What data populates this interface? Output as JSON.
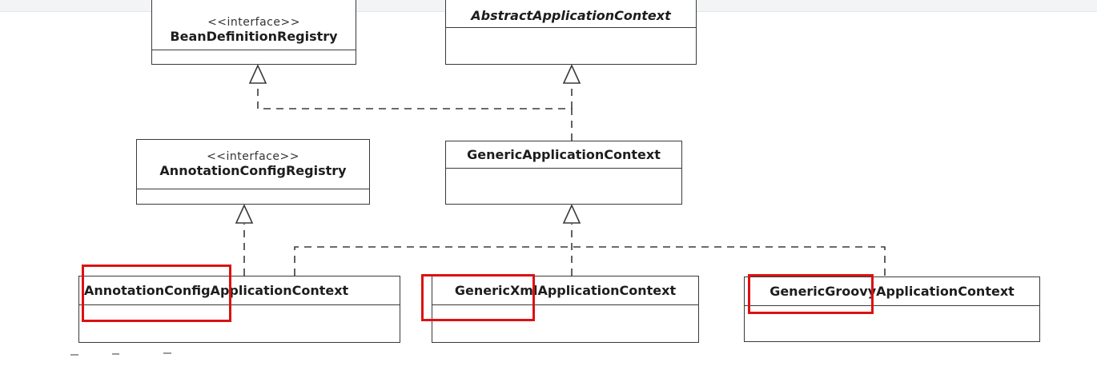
{
  "diagram": {
    "stereotype": "<<interface>>",
    "stereotype_top": "<<interface>>",
    "classes": {
      "bean_definition_registry": "BeanDefinitionRegistry",
      "abstract_application_context": "AbstractApplicationContext",
      "annotation_config_registry": "AnnotationConfigRegistry",
      "generic_application_context": "GenericApplicationContext",
      "annotation_config_application_context": "AnnotationConfigApplicationContext",
      "generic_xml_application_context": "GenericXmlApplicationContext",
      "generic_groovy_application_context": "GenericGroovyApplicationContext"
    },
    "colors": {
      "line": "#3a3a3a",
      "highlight": "#dd1111",
      "topbar": "#f2f4f6"
    }
  }
}
